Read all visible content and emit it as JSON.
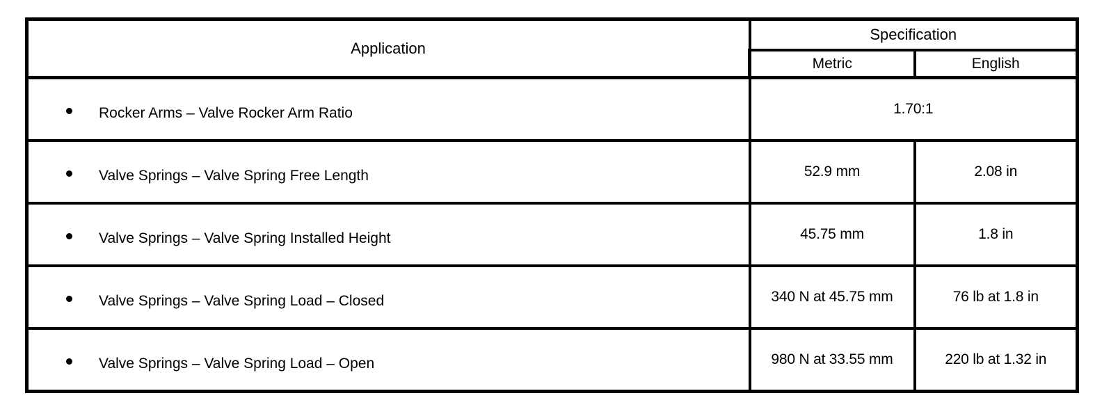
{
  "table": {
    "headers": {
      "application": "Application",
      "specification": "Specification",
      "metric": "Metric",
      "english": "English"
    },
    "bullet_glyph": "•",
    "rows": [
      {
        "label": "Rocker Arms – Valve Rocker Arm Ratio",
        "merged": true,
        "merged_value": "1.70:1",
        "metric": "",
        "english": ""
      },
      {
        "label": "Valve Springs – Valve Spring Free Length",
        "merged": false,
        "merged_value": "",
        "metric": "52.9 mm",
        "english": "2.08 in"
      },
      {
        "label": "Valve Springs – Valve Spring Installed Height",
        "merged": false,
        "merged_value": "",
        "metric": "45.75 mm",
        "english": "1.8 in"
      },
      {
        "label": "Valve Springs – Valve Spring Load – Closed",
        "merged": false,
        "merged_value": "",
        "metric": "340 N at 45.75 mm",
        "english": "76 lb at 1.8 in"
      },
      {
        "label": "Valve Springs – Valve Spring Load – Open",
        "merged": false,
        "merged_value": "",
        "metric": "980 N at 33.55 mm",
        "english": "220 lb at 1.32 in"
      }
    ]
  },
  "colors": {
    "border": "#000000",
    "text": "#000000",
    "background": "#ffffff"
  }
}
